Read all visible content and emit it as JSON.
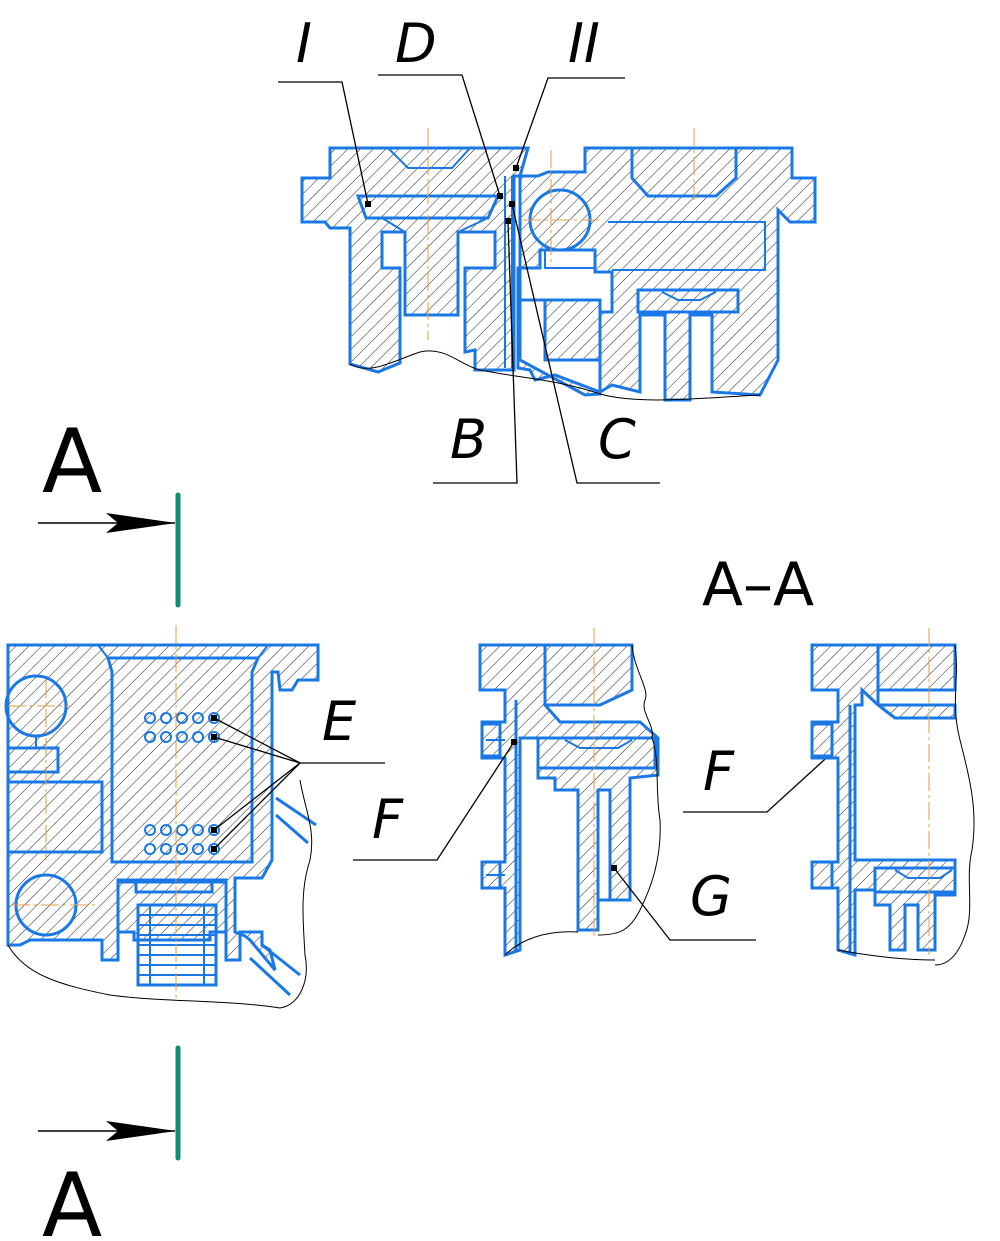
{
  "labels": {
    "I": "I",
    "D": "D",
    "II": "II",
    "B": "B",
    "C": "C",
    "E": "E",
    "F1": "F",
    "F2": "F",
    "G": "G",
    "section_top": "A",
    "section_bottom": "A",
    "section_title": "A–A"
  },
  "colors": {
    "outline": "#1a78e6",
    "hatch": "#000000",
    "axis": "#e39b40",
    "cutting_plane": "#138a72",
    "leader": "#000000"
  }
}
